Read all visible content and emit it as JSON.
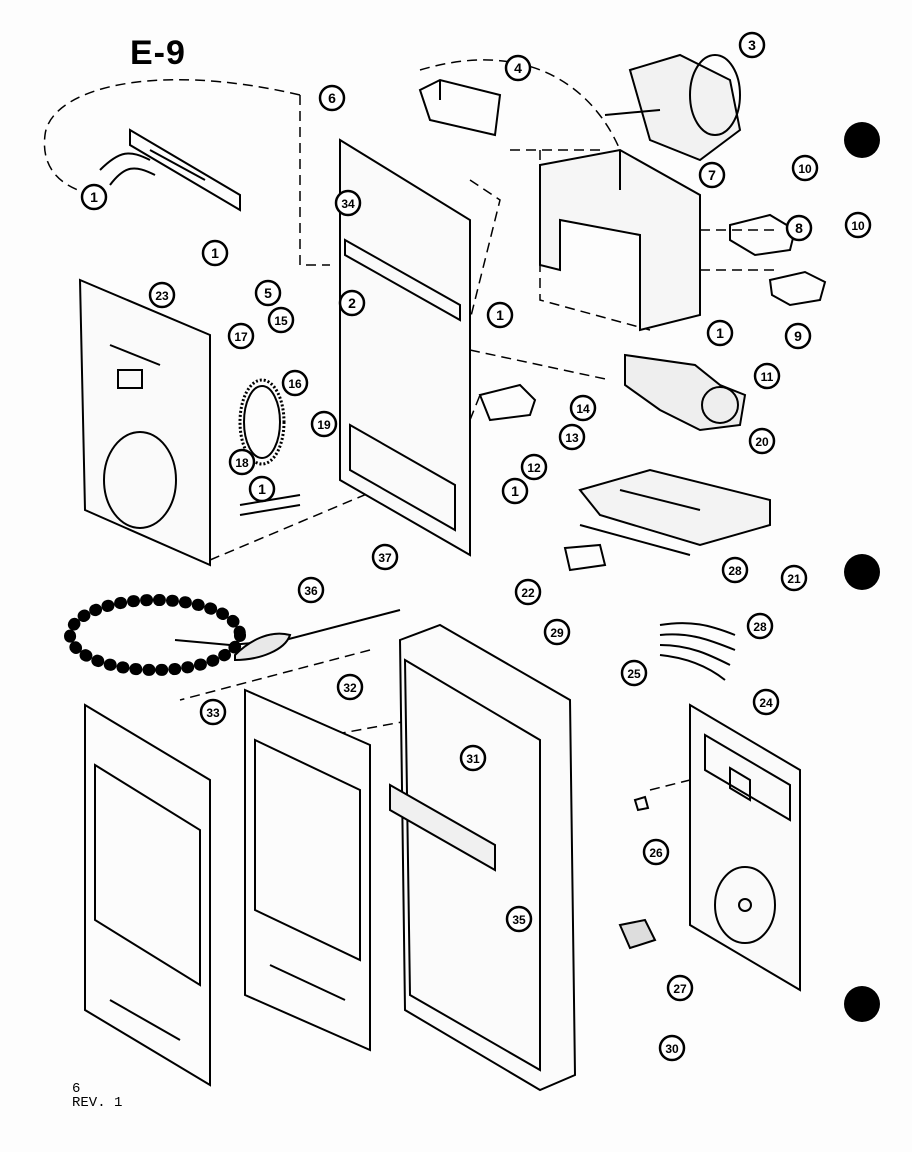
{
  "diagram_title": "E-9",
  "footer": {
    "page": "6",
    "revision": "REV. 1"
  },
  "callouts": [
    "1",
    "1",
    "1",
    "1",
    "1",
    "1",
    "2",
    "3",
    "4",
    "5",
    "6",
    "7",
    "8",
    "9",
    "10",
    "10",
    "11",
    "12",
    "13",
    "14",
    "15",
    "16",
    "17",
    "18",
    "19",
    "20",
    "21",
    "22",
    "23",
    "24",
    "25",
    "26",
    "27",
    "28",
    "28",
    "29",
    "30",
    "31",
    "32",
    "33",
    "34",
    "35",
    "36",
    "37"
  ]
}
